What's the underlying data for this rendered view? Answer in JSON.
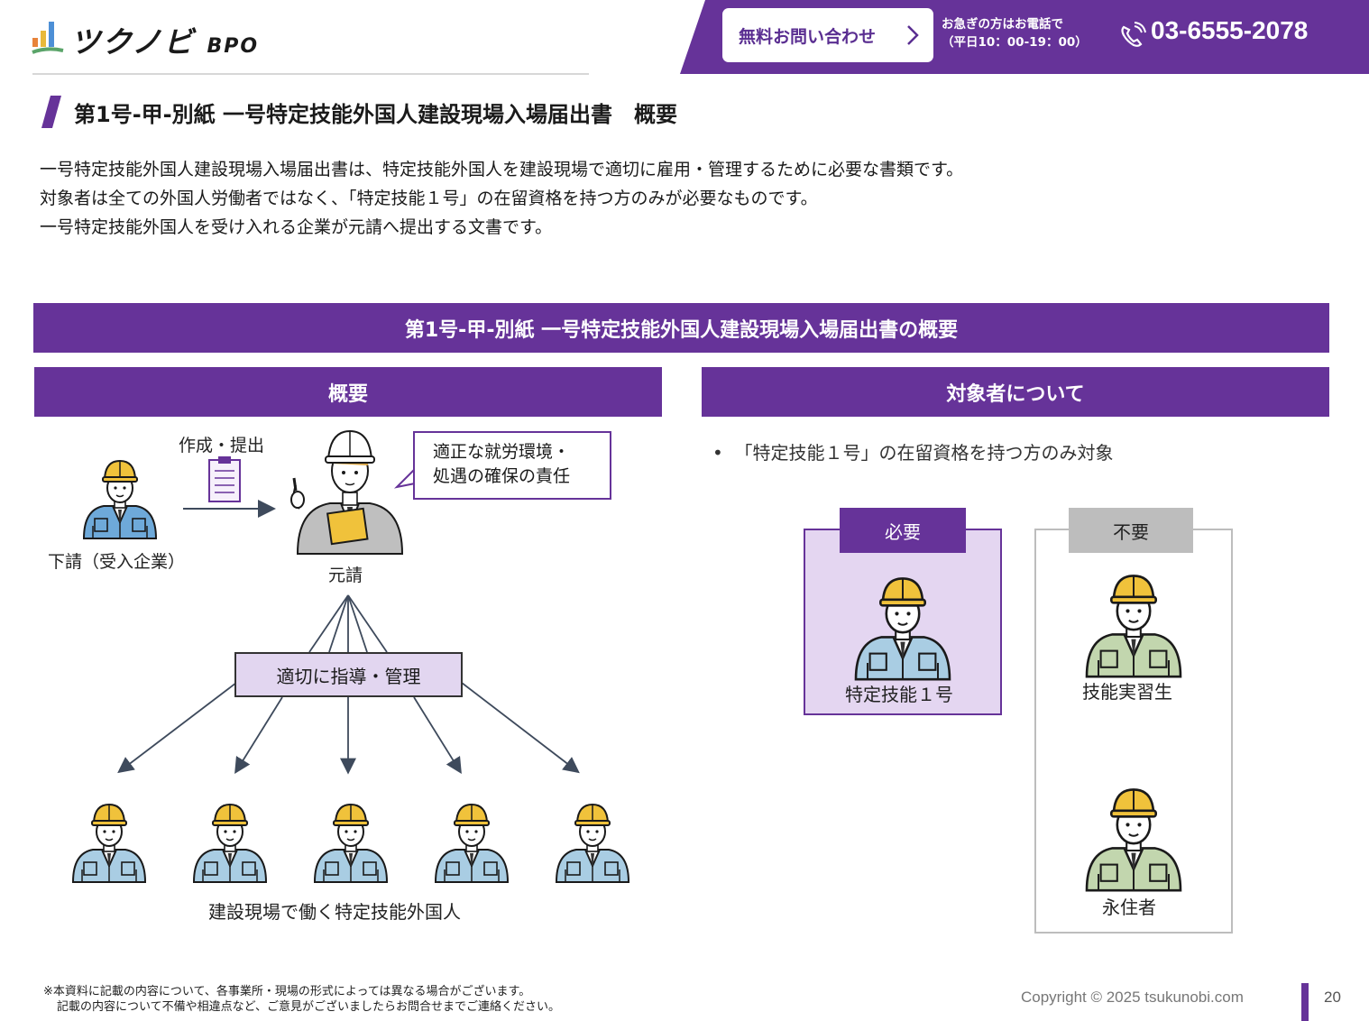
{
  "header": {
    "logo_text": "ツクノビ",
    "logo_sub": "BPO",
    "contact_button": "無料お問い合わせ",
    "urgent_line1": "お急ぎの方はお電話で",
    "urgent_line2": "（平日10：00-19：00）",
    "phone": "03-6555-2078"
  },
  "page_title": "第1号-甲-別紙 一号特定技能外国人建設現場入場届出書　概要",
  "intro": [
    "一号特定技能外国人建設現場入場届出書は、特定技能外国人を建設現場で適切に雇用・管理するために必要な書類です。",
    "対象者は全ての外国人労働者ではなく、「特定技能１号」の在留資格を持つ方のみが必要なものです。",
    "一号特定技能外国人を受け入れる企業が元請へ提出する文書です。"
  ],
  "banner": "第1号-甲-別紙 一号特定技能外国人建設現場入場届出書の概要",
  "overview": {
    "heading": "概要",
    "submit_label": "作成・提出",
    "subcontractor_label": "下請（受入企業）",
    "prime_label": "元請",
    "bubble_line1": "適正な就労環境・",
    "bubble_line2": "処遇の確保の責任",
    "guidance_label": "適切に指導・管理",
    "workers_label": "建設現場で働く特定技能外国人"
  },
  "target": {
    "heading": "対象者について",
    "bullet": "「特定技能１号」の在留資格を持つ方のみ対象",
    "required_tag": "必要",
    "required_person": "特定技能１号",
    "not_required_tag": "不要",
    "not_required_person1": "技能実習生",
    "not_required_person2": "永住者"
  },
  "footer": {
    "note_line1": "※本資料に記載の内容について、各事業所・現場の形式によっては異なる場合がございます。",
    "note_line2": "記載の内容について不備や相違点など、ご意見がございましたらお問合せまでご連絡ください。",
    "copyright": "Copyright © 2025 tsukunobi.com",
    "page_number": "20"
  },
  "colors": {
    "primary": "#663399",
    "light_purple": "#e4d6f1",
    "gray": "#bdbdbd",
    "helmet": "#f0c23b",
    "uniform_blue": "#a9cde3",
    "uniform_green": "#c2d6ae"
  }
}
